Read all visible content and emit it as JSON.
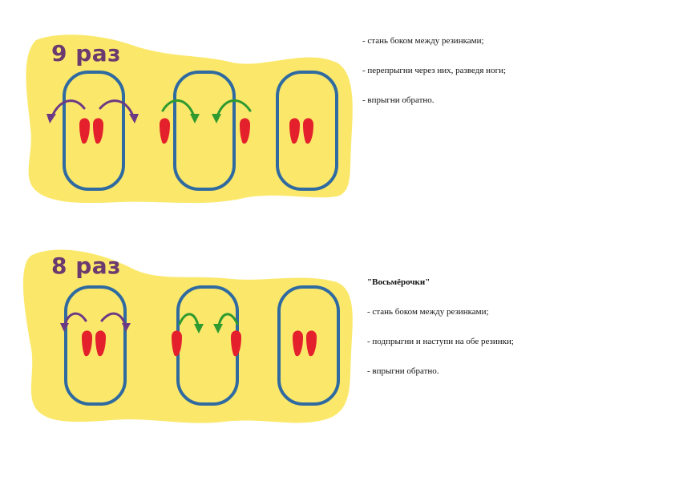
{
  "panels": [
    {
      "count_label": "9 раз",
      "instructions": [
        "- стань боком между резинками;",
        "- перепрыгни через них, разведя ноги;",
        "- впрыгни обратно."
      ]
    },
    {
      "count_label": "8 раз",
      "title": "\"Восьмёрочки\"",
      "instructions": [
        "- стань боком между резинками;",
        "- подпрыгни и наступи на обе резинки;",
        "- впрыгни обратно."
      ]
    }
  ],
  "colors": {
    "background_blob": "#fbe86b",
    "band_outline": "#2f6aa0",
    "foot": "#e3202b",
    "arrow_out": "#6b3a85",
    "arrow_in": "#2f9a2f",
    "count_text": "#6b3a6e"
  },
  "icons": [
    "foot-icon",
    "arrow-out-icon",
    "arrow-in-icon"
  ]
}
